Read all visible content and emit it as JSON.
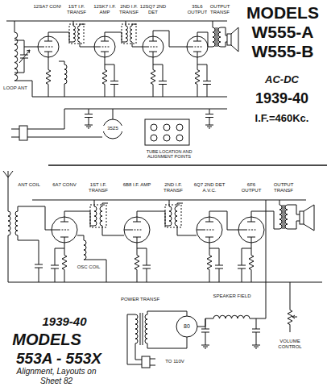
{
  "diagram": {
    "title": "MODELS W555-A W555-B",
    "labels": [
      "AC-DC",
      "1939-40",
      "I.F.=460Kc.",
      "12SA7 CONV",
      "1ST I.F. TRANSF",
      "12SK7 I.F. AMP",
      "2ND I.F. TRANSF",
      "12SQ7 2ND DET",
      "35L6 OUTPUT",
      "OUTPUT TRANSF",
      "LOOP ANT",
      "35Z5",
      "TUBE LOCATION AND ALIGNMENT POINTS",
      "1939-40",
      "MODELS",
      "553A - 553X",
      "Alignment, Layouts on Sheet 82",
      "ANT COIL",
      "6A7 CONV",
      "1ST I.F. TRANSF",
      "6B8 I.F. AMP",
      "2ND I.F. TRANSF",
      "6Q7 2ND DET A.V.C.",
      "6F6 OUTPUT",
      "OUTPUT TRANSF",
      "OSC COIL",
      "POWER TRANSF",
      "80",
      "SPEAKER FIELD",
      "VOLUME CONTROL",
      "TO 110V"
    ]
  }
}
